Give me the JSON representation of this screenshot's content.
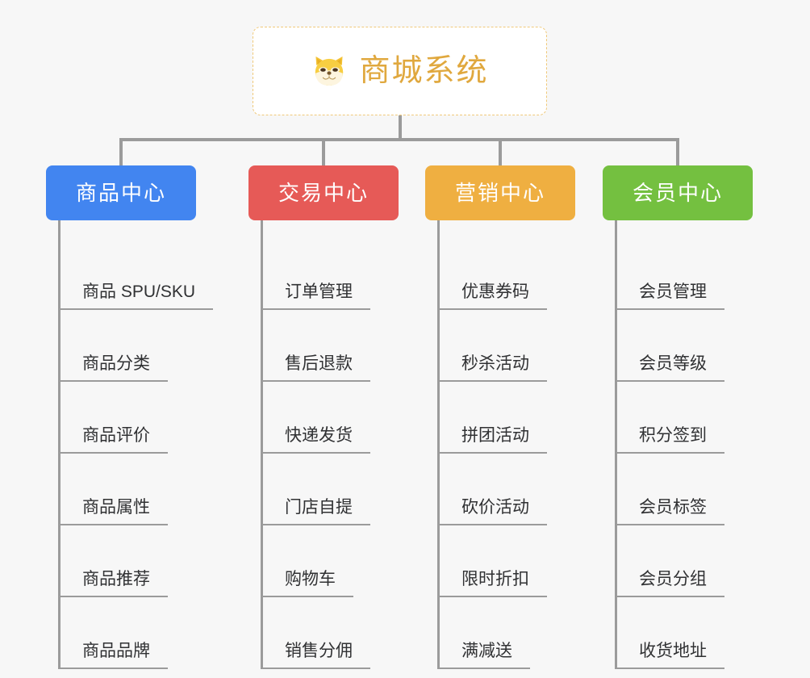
{
  "page": {
    "background_color": "#f7f7f7",
    "type": "mindmap"
  },
  "root": {
    "title": "商城系统",
    "icon": "shiba-dog-face-icon",
    "text_color": "#e0a83e",
    "border_color": "#f0c97a",
    "background_color": "#ffffff"
  },
  "branches": [
    {
      "label": "商品中心",
      "color": "#4285f0",
      "leaves": [
        {
          "label": "商品 SPU/SKU"
        },
        {
          "label": "商品分类"
        },
        {
          "label": "商品评价"
        },
        {
          "label": "商品属性"
        },
        {
          "label": "商品推荐"
        },
        {
          "label": "商品品牌"
        }
      ]
    },
    {
      "label": "交易中心",
      "color": "#e65a57",
      "leaves": [
        {
          "label": "订单管理"
        },
        {
          "label": "售后退款"
        },
        {
          "label": "快递发货"
        },
        {
          "label": "门店自提"
        },
        {
          "label": "购物车"
        },
        {
          "label": "销售分佣"
        }
      ]
    },
    {
      "label": "营销中心",
      "color": "#efaf41",
      "leaves": [
        {
          "label": "优惠券码"
        },
        {
          "label": "秒杀活动"
        },
        {
          "label": "拼团活动"
        },
        {
          "label": "砍价活动"
        },
        {
          "label": "限时折扣"
        },
        {
          "label": "满减送"
        }
      ]
    },
    {
      "label": "会员中心",
      "color": "#74c040",
      "leaves": [
        {
          "label": "会员管理"
        },
        {
          "label": "会员等级"
        },
        {
          "label": "积分签到"
        },
        {
          "label": "会员标签"
        },
        {
          "label": "会员分组"
        },
        {
          "label": "收货地址"
        }
      ]
    }
  ],
  "connector": {
    "color": "#9b9b9b"
  }
}
